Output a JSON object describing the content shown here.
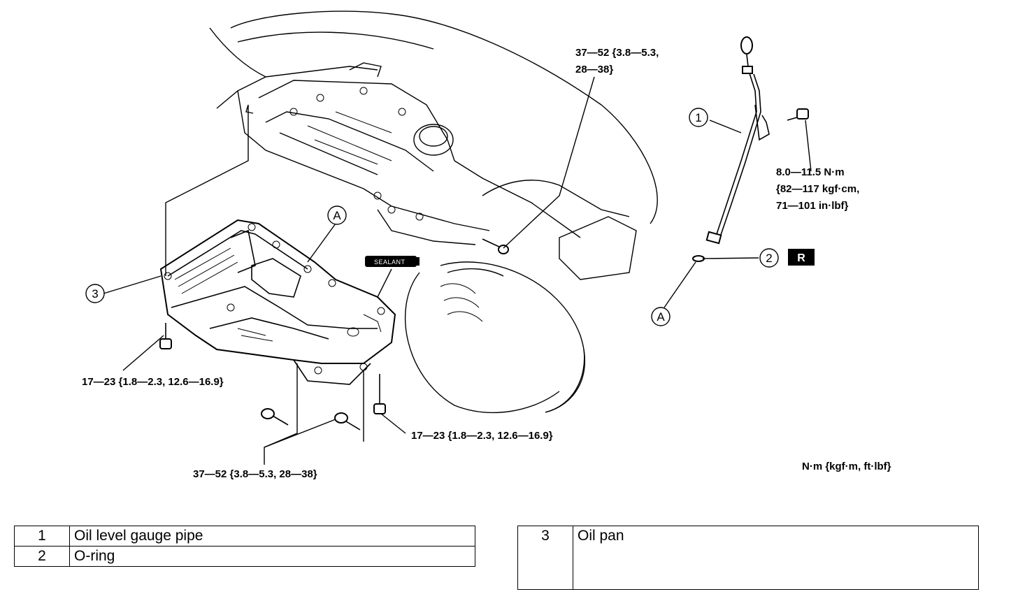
{
  "torque_specs": {
    "crossmember_bolt_line1": "37—52 {3.8—5.3,",
    "crossmember_bolt_line2": "28—38}",
    "gauge_bracket_line1": "8.0—11.5 N·m",
    "gauge_bracket_line2": "{82—117 kgf·cm,",
    "gauge_bracket_line3": "71—101 in·lbf}",
    "pan_bolt_left": "17—23 {1.8—2.3, 12.6—16.9}",
    "pan_bolt_right": "17—23 {1.8—2.3, 12.6—16.9}",
    "pan_bolt_rear": "37—52 {3.8—5.3, 28—38}"
  },
  "units_note": "N·m {kgf·m, ft·lbf}",
  "callouts": {
    "c1": "1",
    "c2": "2",
    "c3": "3",
    "a_top": "A",
    "a_right": "A",
    "replace_badge": "R",
    "sealant": "SEALANT"
  },
  "legend": [
    {
      "num": "1",
      "name": "Oil level gauge pipe"
    },
    {
      "num": "2",
      "name": "O-ring"
    },
    {
      "num": "3",
      "name": "Oil pan"
    }
  ]
}
